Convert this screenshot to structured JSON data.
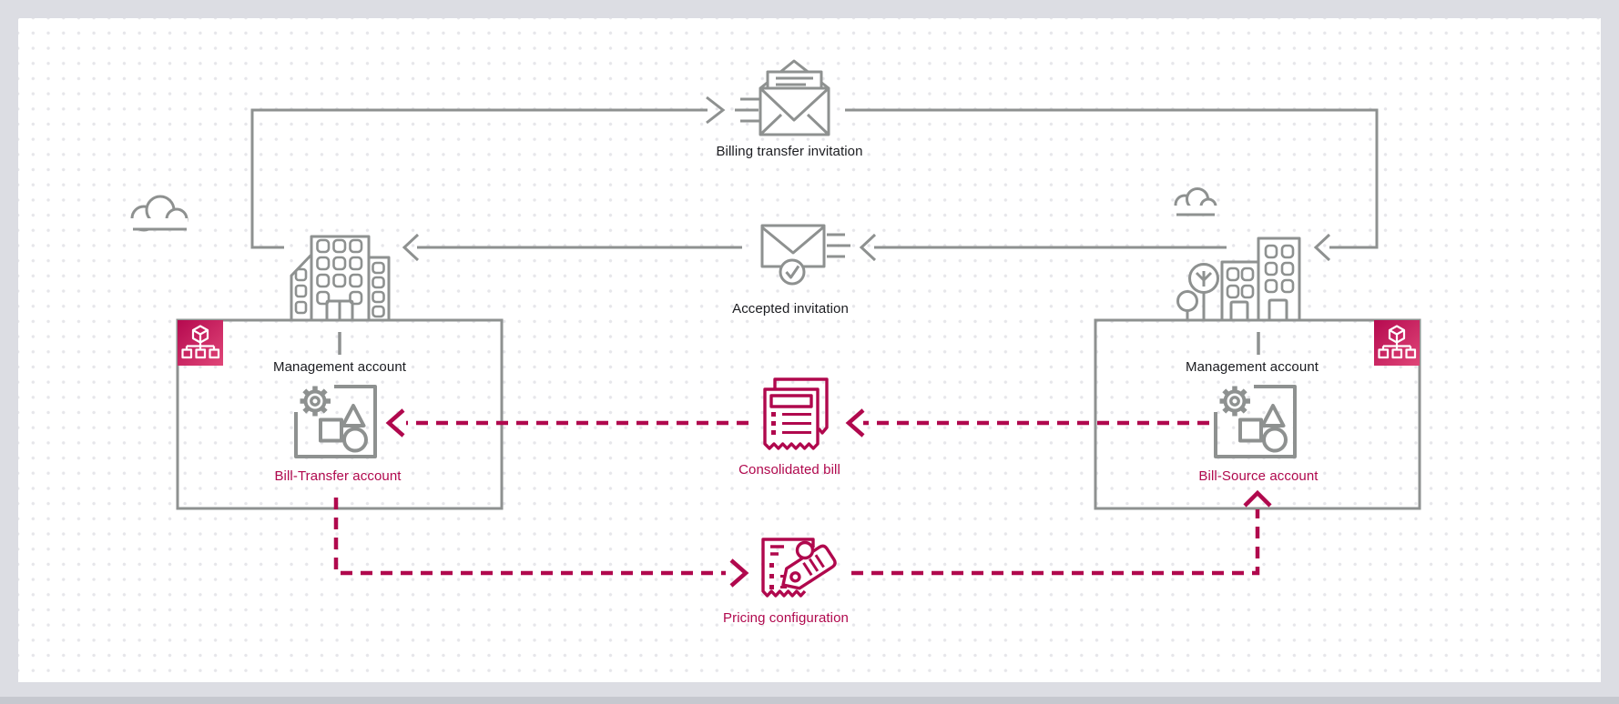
{
  "diagram": {
    "flows": {
      "billing_invitation_label": "Billing transfer invitation",
      "accepted_invitation_label": "Accepted invitation",
      "consolidated_bill_label": "Consolidated bill",
      "pricing_configuration_label": "Pricing configuration"
    },
    "left_account_box": {
      "management_label": "Management account",
      "account_label": "Bill-Transfer account"
    },
    "right_account_box": {
      "management_label": "Management account",
      "account_label": "Bill-Source account"
    },
    "colors": {
      "accent_magenta": "#b0084d",
      "accent_magenta_light": "#e04678",
      "line_gray": "#8e9190",
      "text_dark": "#1b1c20",
      "outer_background": "#dcdde3",
      "canvas_background": "#ffffff",
      "dot_grid": "#e6e6ea"
    }
  }
}
